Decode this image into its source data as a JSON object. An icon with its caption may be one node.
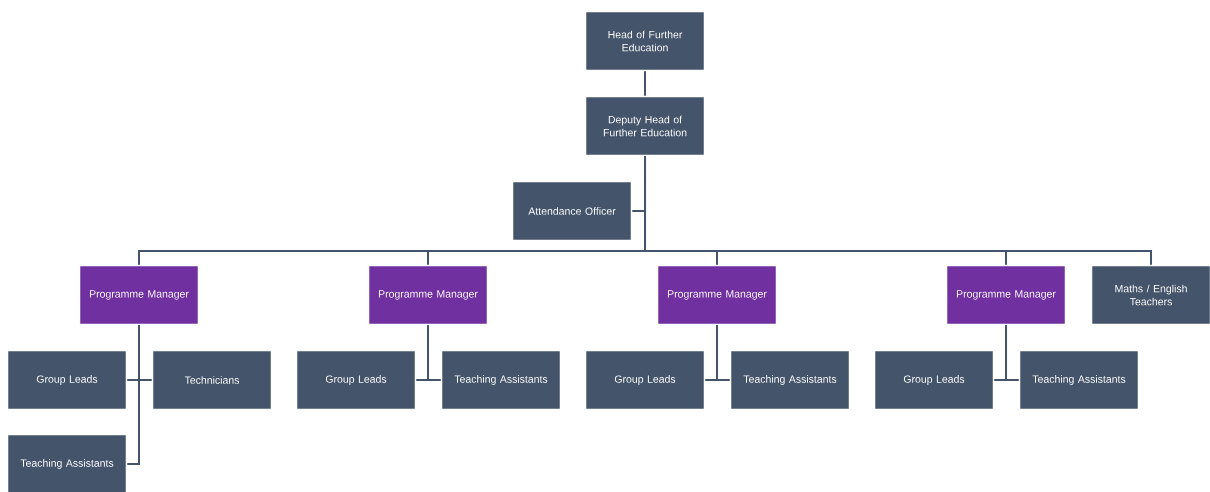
{
  "diagram": {
    "nodes": [
      {
        "text": [
          "Head of Further Education"
        ]
      },
      {
        "text": [
          "Deputy Head of Further Education"
        ]
      },
      {
        "text": [
          "Attendance Officer"
        ]
      },
      {
        "text": [
          "Programme Manager"
        ]
      },
      {
        "text": [
          "Programme Manager"
        ]
      },
      {
        "text": [
          "Programme Manager"
        ]
      },
      {
        "text": [
          "Programme Manager"
        ]
      },
      {
        "text": [
          "Maths / English Teachers"
        ]
      },
      {
        "text": [
          "Group Leads"
        ]
      },
      {
        "text": [
          "Technicians"
        ]
      },
      {
        "text": [
          "Teaching Assistants"
        ]
      },
      {
        "text": [
          "Group Leads"
        ]
      },
      {
        "text": [
          "Teaching Assistants"
        ]
      },
      {
        "text": [
          "Group Leads"
        ]
      },
      {
        "text": [
          "Teaching Assistants"
        ]
      },
      {
        "text": [
          "Group Leads"
        ]
      },
      {
        "text": [
          "Teaching Assistants"
        ]
      }
    ],
    "edges": [
      {
        "from": 0,
        "to": 1,
        "arrow": "none"
      },
      {
        "from": 1,
        "to": 2,
        "arrow": "none"
      },
      {
        "from": 1,
        "to": 3,
        "arrow": "none"
      },
      {
        "from": 1,
        "to": 4,
        "arrow": "none"
      },
      {
        "from": 1,
        "to": 5,
        "arrow": "none"
      },
      {
        "from": 1,
        "to": 6,
        "arrow": "none"
      },
      {
        "from": 1,
        "to": 7,
        "arrow": "none"
      },
      {
        "from": 3,
        "to": 8,
        "arrow": "none"
      },
      {
        "from": 3,
        "to": 9,
        "arrow": "none"
      },
      {
        "from": 3,
        "to": 10,
        "arrow": "none"
      },
      {
        "from": 4,
        "to": 11,
        "arrow": "none"
      },
      {
        "from": 4,
        "to": 12,
        "arrow": "none"
      },
      {
        "from": 5,
        "to": 13,
        "arrow": "none"
      },
      {
        "from": 5,
        "to": 14,
        "arrow": "none"
      },
      {
        "from": 6,
        "to": 15,
        "arrow": "none"
      },
      {
        "from": 6,
        "to": 16,
        "arrow": "none"
      }
    ]
  }
}
